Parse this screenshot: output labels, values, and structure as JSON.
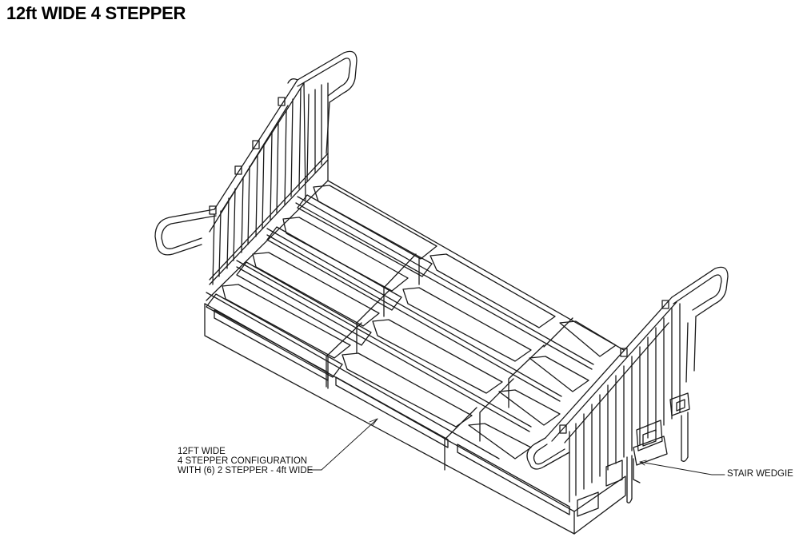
{
  "title": "12ft WIDE 4 STEPPER",
  "callouts": {
    "configuration": {
      "line1": "12FT WIDE",
      "line2": "4 STEPPER CONFIGURATION",
      "line3": "WITH (6) 2 STEPPER - 4ft WIDE"
    },
    "wedge": "STAIR WEDGIE"
  },
  "colors": {
    "ink": "#1a1a1a",
    "background": "#ffffff"
  }
}
